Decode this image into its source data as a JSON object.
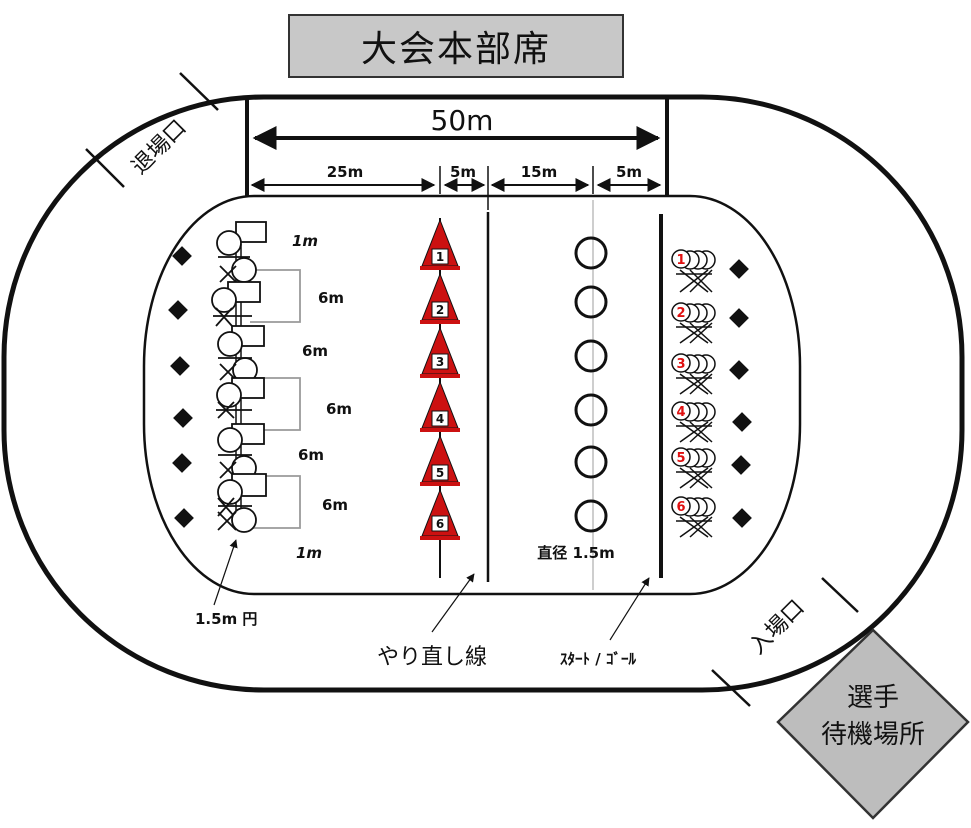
{
  "headquarters": "大会本部席",
  "total_distance": "50m",
  "segments": [
    "25m",
    "5m",
    "15m",
    "5m"
  ],
  "exit_label": "退場口",
  "entrance_label": "入場口",
  "waiting_area": [
    "選手",
    "待機場所"
  ],
  "spacing_labels": [
    "1m",
    "6m",
    "6m",
    "6m",
    "6m",
    "6m",
    "1m"
  ],
  "circle_label": "1.5m 円",
  "redo_line_label": "やり直し線",
  "start_goal_label": "ｽﾀｰﾄ / ｺﾞｰﾙ",
  "ring_diameter_label": "直径 1.5m",
  "cone_numbers": [
    "1",
    "2",
    "3",
    "4",
    "5",
    "6"
  ],
  "lane_numbers": [
    "1",
    "2",
    "3",
    "4",
    "5",
    "6"
  ],
  "colors": {
    "cone_red": "#cc1111",
    "lane_number_red": "#e01010",
    "hq_gray": "#c8c8c8",
    "waiting_gray": "#bdbdbd"
  }
}
